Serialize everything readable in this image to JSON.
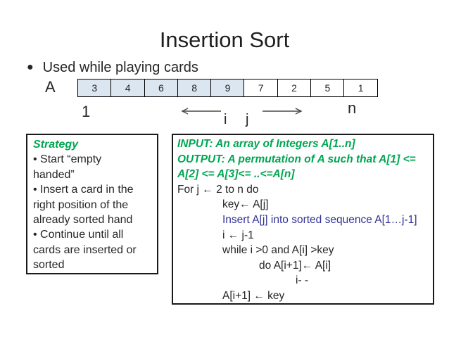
{
  "title": "Insertion Sort",
  "bullet": "Used while playing cards",
  "colors": {
    "green": "#00A651",
    "blue": "#333399",
    "text": "#262626",
    "cell_shade": "#DCE6F1"
  },
  "array": {
    "label": "A",
    "values": [
      "3",
      "4",
      "6",
      "8",
      "9",
      "7",
      "2",
      "5",
      "1"
    ],
    "shaded_count": 5,
    "index_start": "1",
    "index_end": "n",
    "pointer_i": "i",
    "pointer_j": "j"
  },
  "strategy_box": {
    "heading": "Strategy",
    "lines": [
      "• Start “empty",
      "handed”",
      "• Insert a card in the",
      "right position of the",
      "already sorted hand",
      "• Continue until all",
      "cards are inserted or",
      "sorted"
    ]
  },
  "code_box": {
    "lines": [
      {
        "text": "INPUT: An array of Integers A[1..n]",
        "color": "green",
        "indent": 0
      },
      {
        "text": "OUTPUT: A permutation of A such that A[1] <=",
        "color": "green",
        "indent": 0
      },
      {
        "text": "A[2] <= A[3]<= ..<=A[n]",
        "color": "green",
        "indent": 0
      },
      {
        "text": "For j ← 2 to n do",
        "color": "text",
        "indent": 0
      },
      {
        "text": "key← A[j]",
        "color": "text",
        "indent": 1
      },
      {
        "text": "Insert A[j] into sorted sequence A[1…j-1]",
        "color": "blue",
        "indent": 1
      },
      {
        "text": "i ←  j-1",
        "color": "text",
        "indent": 1
      },
      {
        "text": "while i >0 and A[i] >key",
        "color": "text",
        "indent": 1
      },
      {
        "text": "do  A[i+1]← A[i]",
        "color": "text",
        "indent": 2
      },
      {
        "text": "i- -",
        "color": "text",
        "indent": 3
      },
      {
        "text": "A[i+1] ←  key",
        "color": "text",
        "indent": 1
      }
    ]
  }
}
